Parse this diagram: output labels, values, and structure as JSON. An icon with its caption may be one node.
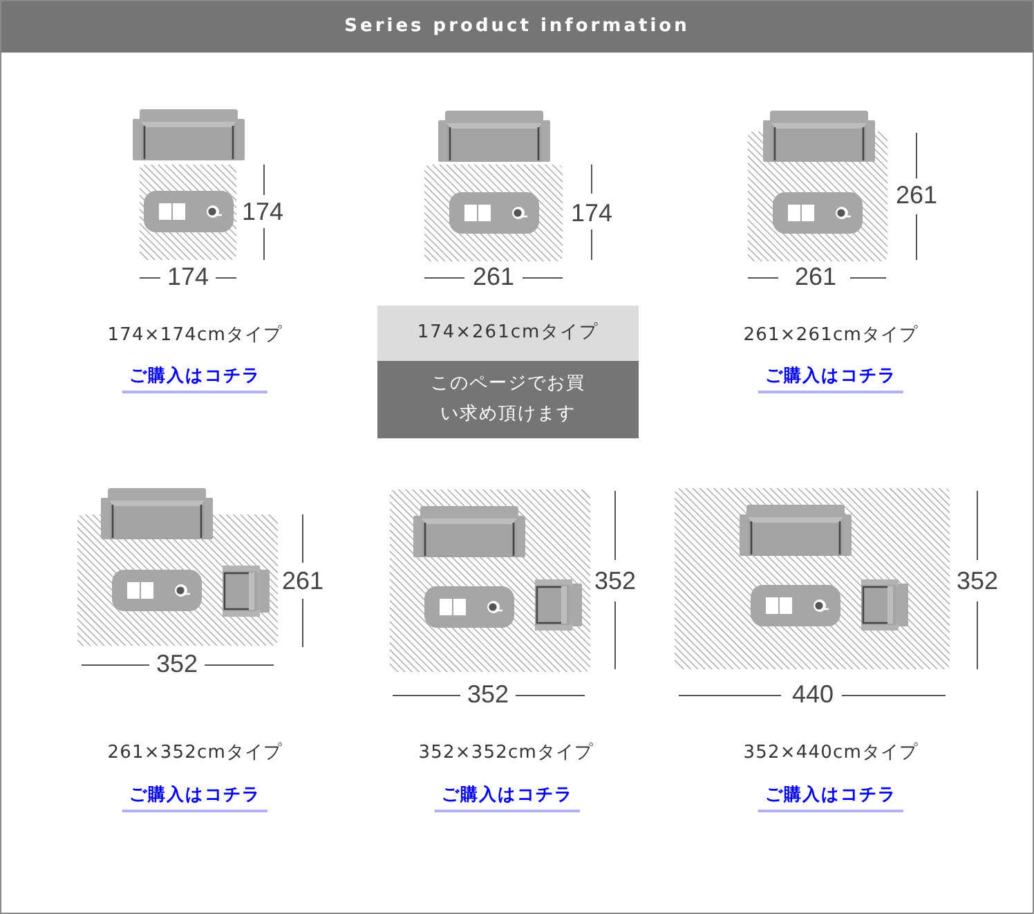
{
  "diagram": {
    "title": "Series product information",
    "nodes": [
      {
        "text": [
          "174×261cmタイプ"
        ]
      },
      {
        "text": [
          "このページでお買い求め頂けます"
        ]
      }
    ],
    "labels": [
      "174",
      "174",
      "174×174cmタイプ",
      "ご購入はコチラ",
      "174",
      "261",
      "261",
      "261",
      "261×261cmタイプ",
      "ご購入はコチラ",
      "261",
      "352",
      "261×352cmタイプ",
      "ご購入はコチラ",
      "352",
      "352",
      "352×352cmタイプ",
      "ご購入はコチラ",
      "352",
      "440",
      "352×440cmタイプ",
      "ご購入はコチラ"
    ]
  }
}
